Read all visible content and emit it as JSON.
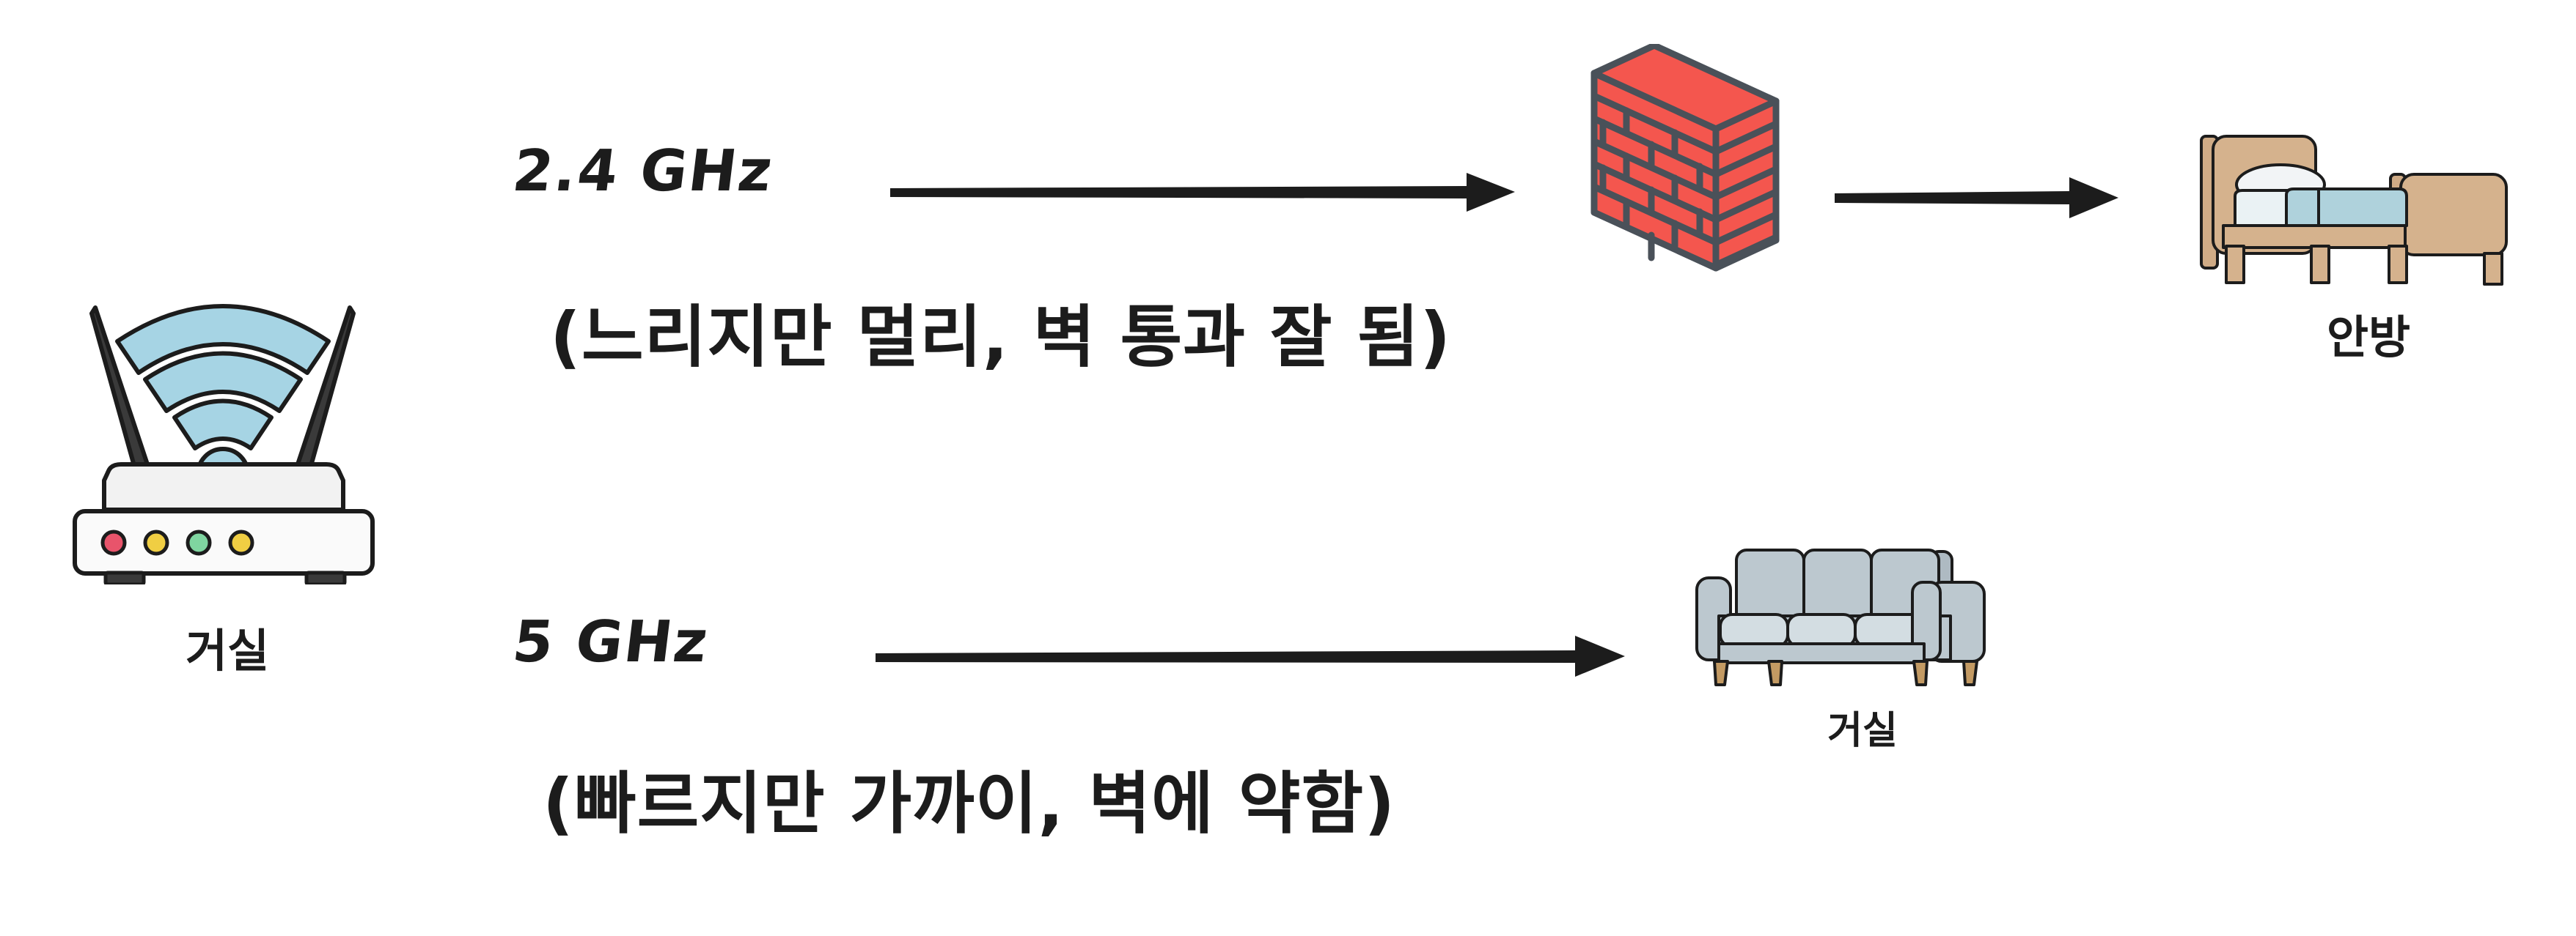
{
  "diagram": {
    "title": "2.4GHz vs 5GHz WiFi coverage diagram",
    "colors": {
      "text": "#1c1c1c",
      "arrow": "#1c1c1c",
      "brick_fill": "#F4564E",
      "brick_stroke": "#4A5159",
      "wifi_wave": "#A6D4E4",
      "router_body": "#F2F2F2",
      "router_outline": "#1c1c1c",
      "bed_wood": "#CDA882",
      "bed_blanket": "#AFD2DC",
      "bed_pillow": "#F2F4F6",
      "sofa_fill": "#B9C5CC",
      "sofa_cushion": "#D3DDE2",
      "sofa_leg": "#C39A63",
      "led_red": "#E8546B",
      "led_yellow": "#F0CE43",
      "led_green": "#7FD5A0"
    }
  },
  "source": {
    "icon": "wifi-router-icon",
    "label": "거실"
  },
  "rows": [
    {
      "id": "row-24ghz",
      "band_label": "2.4 GHz",
      "note": "(느리지만 멀리, 벽 통과 잘 됨)",
      "obstacle": {
        "icon": "brick-wall-icon",
        "label": ""
      },
      "destination": {
        "icon": "bed-icon",
        "label": "안방"
      },
      "arrows": 2
    },
    {
      "id": "row-5ghz",
      "band_label": "5 GHz",
      "note": "(빠르지만 가까이, 벽에 약함)",
      "obstacle": null,
      "destination": {
        "icon": "sofa-icon",
        "label": "거실"
      },
      "arrows": 1
    }
  ]
}
